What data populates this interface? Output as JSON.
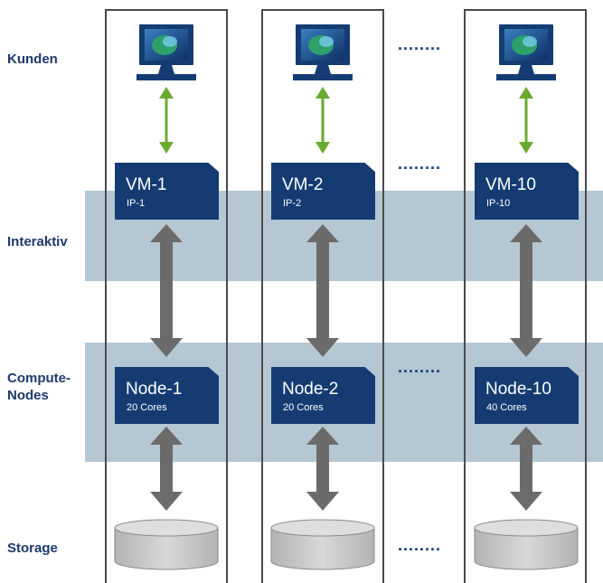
{
  "rows": {
    "kunden": "Kunden",
    "interaktiv": "Interaktiv",
    "compute_line1": "Compute-",
    "compute_line2": "Nodes",
    "storage": "Storage"
  },
  "columns": [
    {
      "vm": "VM-1",
      "ip": "IP-1",
      "node": "Node-1",
      "cores": "20 Cores"
    },
    {
      "vm": "VM-2",
      "ip": "IP-2",
      "node": "Node-2",
      "cores": "20 Cores"
    },
    {
      "vm": "VM-10",
      "ip": "IP-10",
      "node": "Node-10",
      "cores": "40 Cores"
    }
  ],
  "ellipsis": "........",
  "colors": {
    "band": "#b5c7d3",
    "box": "#143c72",
    "label": "#1c3a6b",
    "green_arrow": "#6aaa2f",
    "gray_arrow": "#6b6b6b",
    "disk": "#c6c6c6"
  },
  "icons": [
    "monitor-icon",
    "database-icon"
  ]
}
